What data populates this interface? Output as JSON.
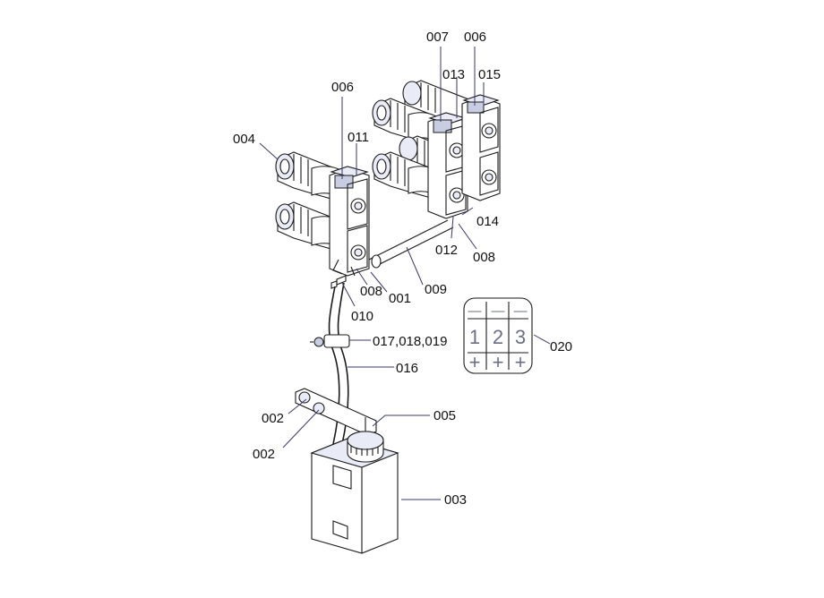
{
  "callouts": {
    "c004": "004",
    "c006_left": "006",
    "c011": "011",
    "c007": "007",
    "c006_right": "006",
    "c013": "013",
    "c015": "015",
    "c014": "014",
    "c012": "012",
    "c008_right": "008",
    "c009": "009",
    "c001": "001",
    "c008_left": "008",
    "c010": "010",
    "c017_018_019": "017,018,019",
    "c016": "016",
    "c002_upper": "002",
    "c002_lower": "002",
    "c005": "005",
    "c003": "003",
    "c020": "020"
  },
  "polarity_label": {
    "minus": "—",
    "numbers": [
      "1",
      "2",
      "3"
    ],
    "plus": "+"
  },
  "colors": {
    "line": "#1a1a1a",
    "fill_light": "#e9ebf6",
    "label_grey": "#6a6f86"
  }
}
